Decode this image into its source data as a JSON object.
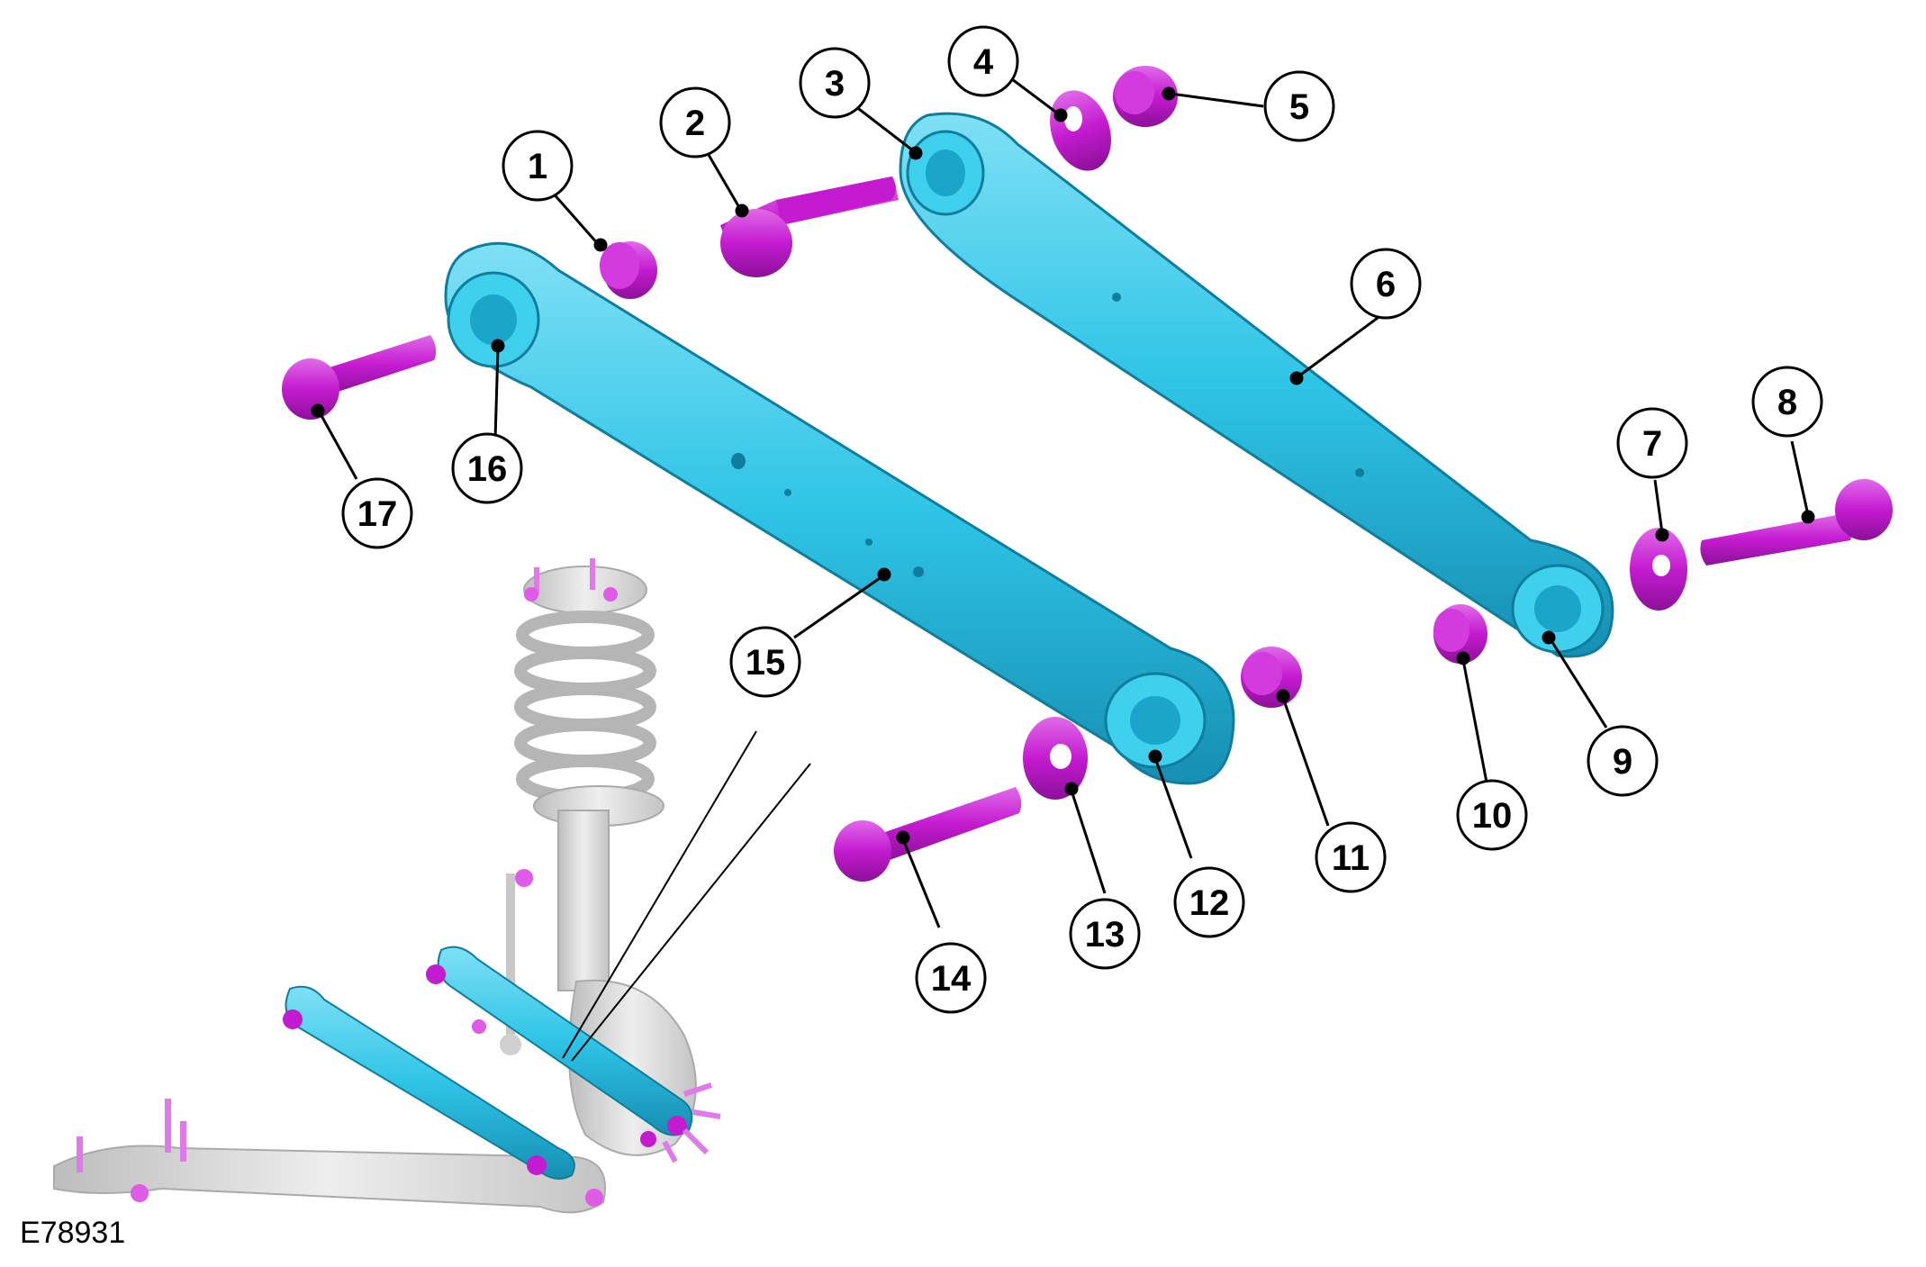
{
  "figure_id": "E78931",
  "colors": {
    "arm": "#2ec4e6",
    "arm_shade": "#1794b8",
    "fastener": "#c41bd0",
    "fastener_shade": "#8c1099",
    "assembly": "#d9d9d9"
  },
  "callouts": [
    "1",
    "2",
    "3",
    "4",
    "5",
    "6",
    "7",
    "8",
    "9",
    "10",
    "11",
    "12",
    "13",
    "14",
    "15",
    "16",
    "17"
  ]
}
